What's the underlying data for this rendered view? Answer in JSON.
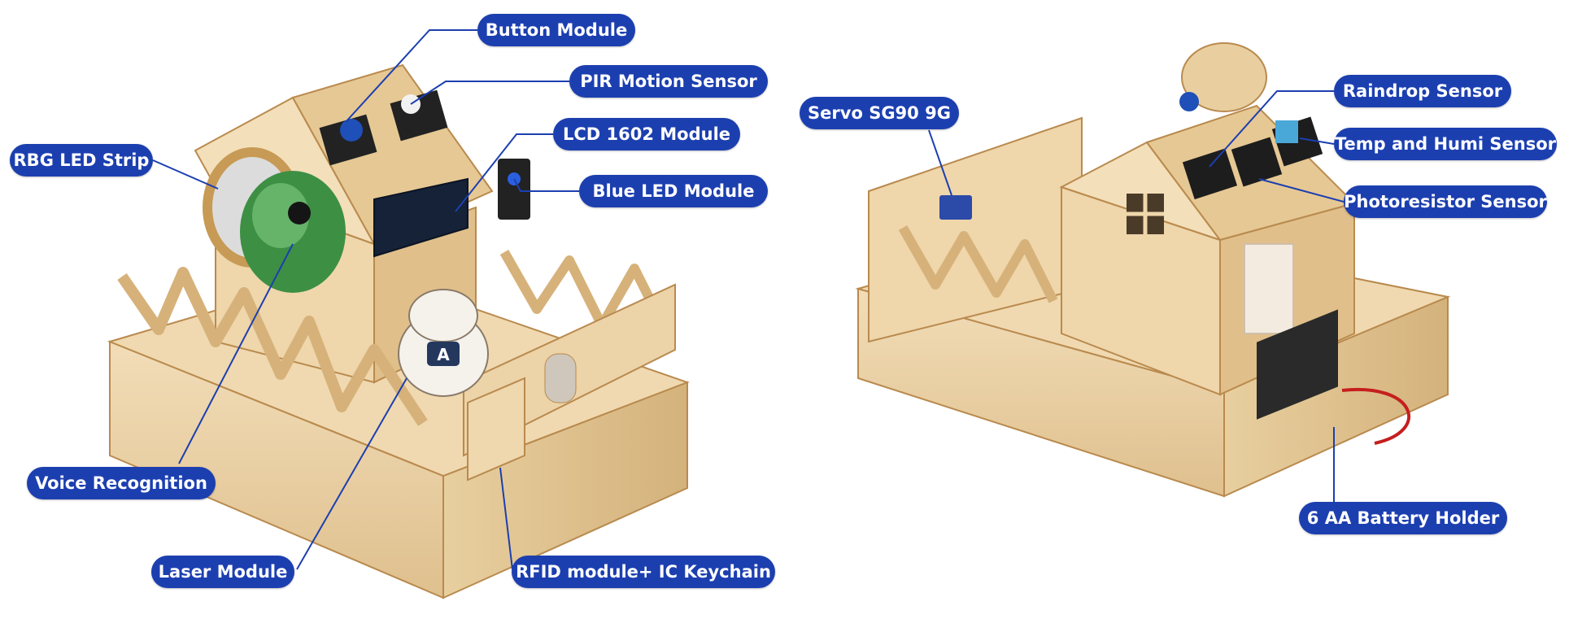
{
  "colors": {
    "label_background": "#1c3fb0",
    "label_text": "#ffffff",
    "leader_line": "#1c3fb0",
    "plywood": "#ecd3a8",
    "plywood_dark": "#cfa871",
    "plywood_edge": "#b98a4e"
  },
  "labels": {
    "button_module": "Button Module",
    "pir_motion_sensor": "PIR Motion Sensor",
    "rgb_led_strip": "RBG LED Strip",
    "lcd_1602_module": "LCD 1602 Module",
    "blue_led_module": "Blue LED Module",
    "voice_recognition": "Voice Recognition",
    "laser_module": "Laser Module",
    "rfid_module": "RFID module+ IC Keychain",
    "servo": "Servo SG90 9G",
    "raindrop_sensor": "Raindrop Sensor",
    "temp_humi_sensor": "Temp and Humi Sensor",
    "photoresistor_sensor": "Photoresistor Sensor",
    "battery_holder": "6 AA Battery Holder"
  },
  "robot_badge": "A"
}
